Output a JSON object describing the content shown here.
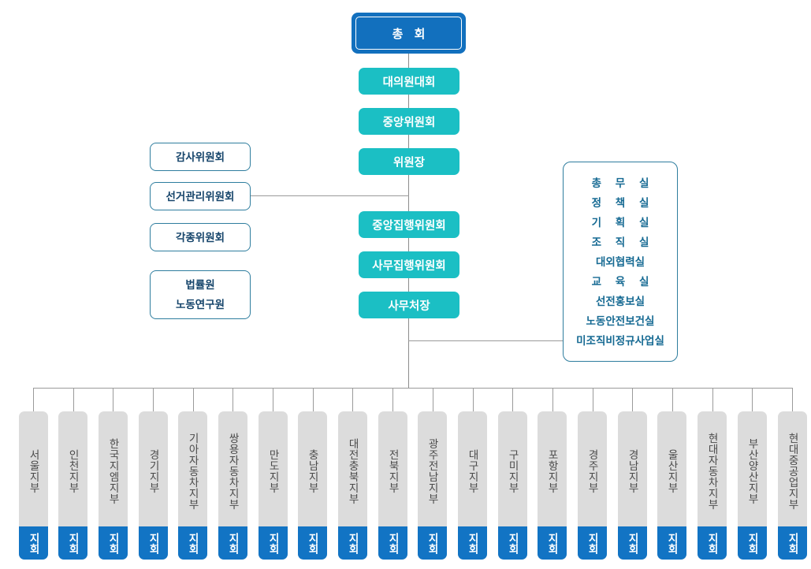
{
  "colors": {
    "top_node": "#1270BE",
    "teal": "#1BBFC4",
    "branch_body": "#DCDCDC",
    "branch_footer": "#1274C4",
    "outline": "#2E7D9E",
    "line": "#9a9a9a"
  },
  "top_node": {
    "label": "총  회"
  },
  "spine_nodes": [
    {
      "label": "대의원대회"
    },
    {
      "label": "중앙위원회"
    },
    {
      "label": "위원장"
    },
    {
      "label": "중앙집행위원회"
    },
    {
      "label": "사무집행위원회"
    },
    {
      "label": "사무처장"
    }
  ],
  "left_boxes": [
    {
      "lines": [
        "감사위원회"
      ]
    },
    {
      "lines": [
        "선거관리위원회"
      ]
    },
    {
      "lines": [
        "각종위원회"
      ]
    },
    {
      "lines": [
        "법률원",
        "노동연구원"
      ]
    }
  ],
  "departments": {
    "items": [
      {
        "label": "총  무  실",
        "spaced": true
      },
      {
        "label": "정  책  실",
        "spaced": true
      },
      {
        "label": "기  획  실",
        "spaced": true
      },
      {
        "label": "조  직  실",
        "spaced": true
      },
      {
        "label": "대외협력실",
        "spaced": false
      },
      {
        "label": "교  육  실",
        "spaced": true
      },
      {
        "label": "선전홍보실",
        "spaced": false
      },
      {
        "label": "노동안전보건실",
        "spaced": false
      },
      {
        "label": "미조직비정규사업실",
        "spaced": false
      }
    ]
  },
  "branches": {
    "footer_label": "지회",
    "items": [
      {
        "name": "서울지부"
      },
      {
        "name": "인천지부"
      },
      {
        "name": "한국지엠지부"
      },
      {
        "name": "경기지부"
      },
      {
        "name": "기아자동차지부"
      },
      {
        "name": "쌍용자동차지부"
      },
      {
        "name": "만도지부"
      },
      {
        "name": "충남지부"
      },
      {
        "name": "대전충북지부"
      },
      {
        "name": "전북지부"
      },
      {
        "name": "광주전남지부"
      },
      {
        "name": "대구지부"
      },
      {
        "name": "구미지부"
      },
      {
        "name": "포항지부"
      },
      {
        "name": "경주지부"
      },
      {
        "name": "경남지부"
      },
      {
        "name": "울산지부"
      },
      {
        "name": "현대자동차지부"
      },
      {
        "name": "부산양산지부"
      },
      {
        "name": "현대중공업지부"
      }
    ]
  }
}
